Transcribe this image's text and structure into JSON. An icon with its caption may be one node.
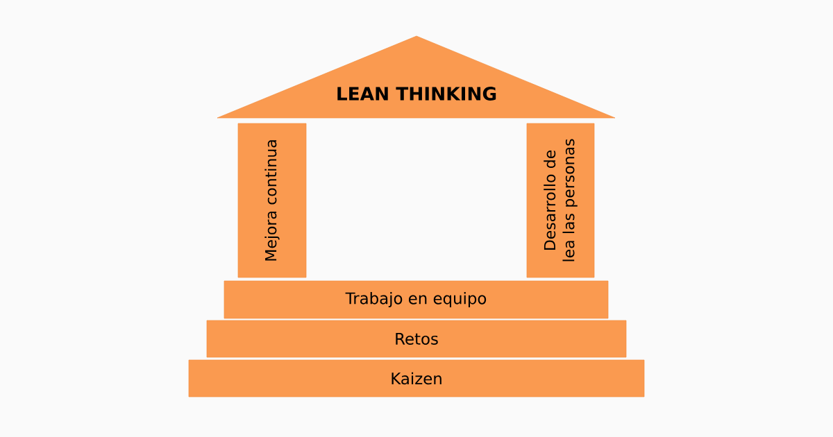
{
  "diagram": {
    "nodes": [
      {
        "text": [
          "LEAN THINKING"
        ]
      },
      {
        "text": [
          "Mejora continua"
        ]
      },
      {
        "text": [
          "Desarrollo de lea las personas"
        ]
      },
      {
        "text": [
          "Trabajo en equipo"
        ]
      },
      {
        "text": [
          "Retos"
        ]
      },
      {
        "text": [
          "Kaizen"
        ]
      }
    ]
  }
}
